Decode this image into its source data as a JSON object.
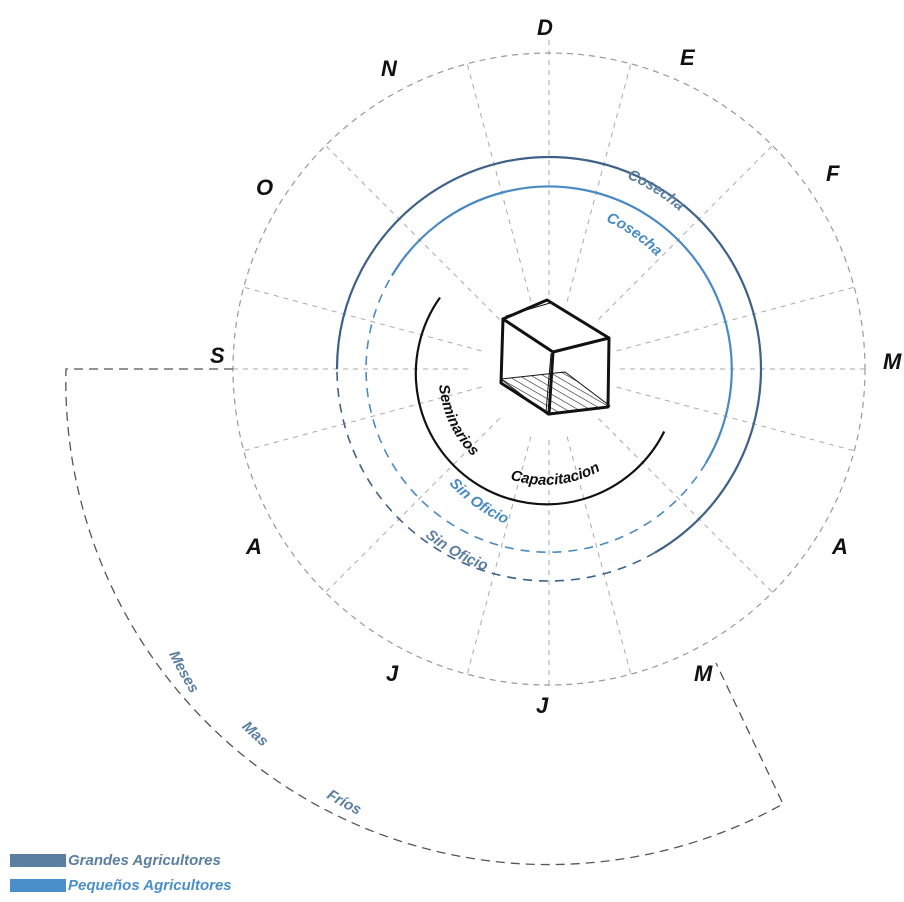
{
  "months": [
    "D",
    "E",
    "F",
    "M",
    "A",
    "M",
    "J",
    "J",
    "A",
    "S",
    "O",
    "N"
  ],
  "labels": {
    "grandes_cosecha": "Cosecha",
    "pequenos_cosecha": "Cosecha",
    "grandes_sin_oficio": "Sin Oficio",
    "pequenos_sin_oficio": "Sin Oficio",
    "seminarios": "Seminarios",
    "capacitacion": "Capacitacion",
    "meses": "Meses",
    "mas": "Mas",
    "frios": "Fríos"
  },
  "legend": {
    "grandes": "Grandes Agricultores",
    "pequenos": "Pequeños Agricultores"
  },
  "colors": {
    "grandes": "#3f6188",
    "pequenos": "#4a8ac2",
    "grandes_legend": "#5b7fa0",
    "pequenos_legend": "#4a8fc9",
    "label_grey_blue": "#5b7fa0",
    "capacitacion": "#111111",
    "guides": "#999999"
  }
}
